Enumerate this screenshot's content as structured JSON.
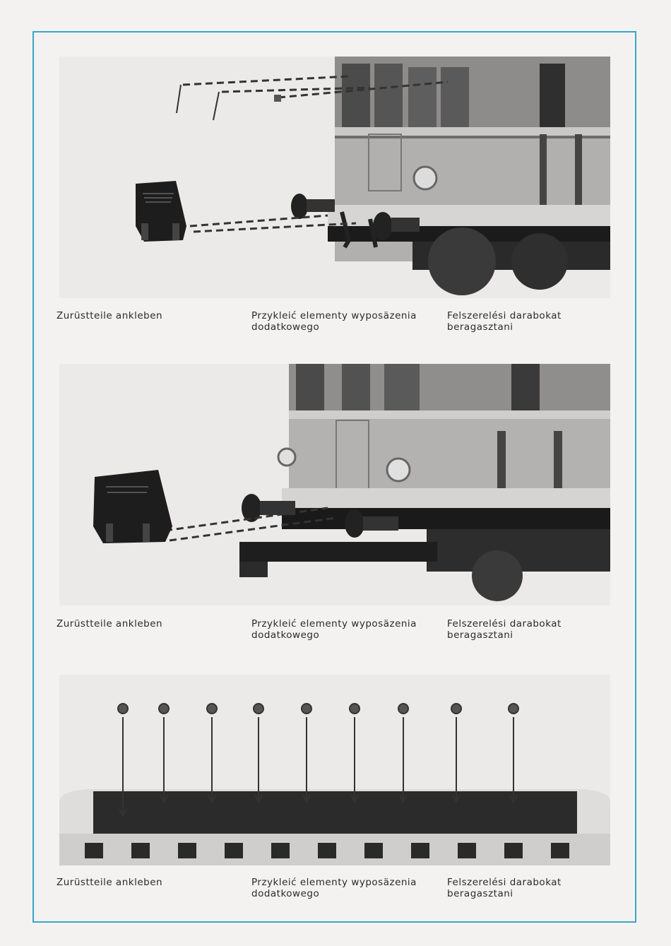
{
  "captions": [
    {
      "de": "Zurüstteile ankleben",
      "pl_line1": "Przykleić elementy wyposäzenia",
      "pl_line2": "dodatkowego",
      "hu_line1": "Felszerelési darabokat",
      "hu_line2": "beragasztani"
    },
    {
      "de": "Zurüstteile ankleben",
      "pl_line1": "Przykleić elementy wyposäzenia",
      "pl_line2": "dodatkowego",
      "hu_line1": "Felszerelési darabokat",
      "hu_line2": "beragasztani"
    },
    {
      "de": "Zurüstteile ankleben",
      "pl_line1": "Przykleić elementy wyposäzenia",
      "pl_line2": "dodatkowego",
      "hu_line1": "Felszerelési darabokat",
      "hu_line2": "beragasztani"
    }
  ],
  "colors": {
    "frame": "#3aa6c9",
    "paper": "#f3f2f0",
    "body_grey": "#a9a9a7",
    "dark": "#1e1e1e"
  }
}
